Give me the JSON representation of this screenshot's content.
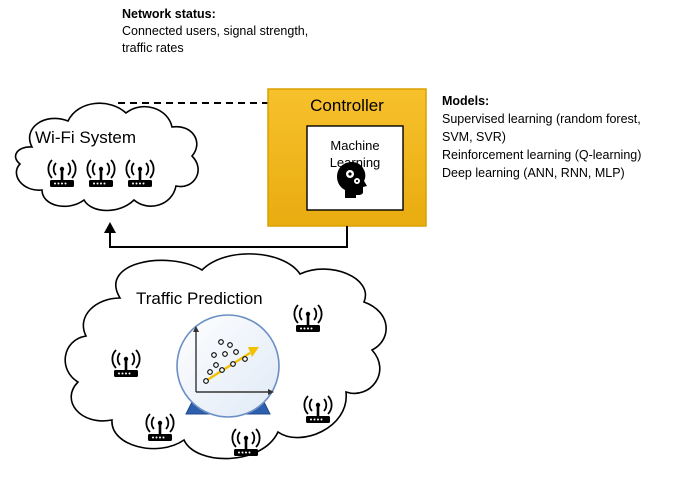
{
  "network_status": {
    "title": "Network status:",
    "lines": [
      "Connected users, signal strength,",
      "traffic rates"
    ]
  },
  "models": {
    "title": "Models:",
    "lines": [
      "Supervised learning (random forest,",
      "SVM, SVR)",
      "Reinforcement learning (Q-learning)",
      "Deep learning (ANN, RNN, MLP)"
    ]
  },
  "wifi_system": {
    "label": "Wi-Fi System",
    "router_count": 3
  },
  "controller": {
    "label": "Controller",
    "inner_label": [
      "Machine",
      "Learning"
    ],
    "icon": "head-gears-icon",
    "fill_color": "#f3b61f",
    "border_color": "#d59a00"
  },
  "traffic_prediction": {
    "label": "Traffic Prediction",
    "router_count": 5,
    "center_icon": "crystal-ball-scatter-icon"
  },
  "colors": {
    "outline": "#000000",
    "ball_fill": "#e8f0fa",
    "ball_base": "#2e5fae",
    "trend_arrow": "#f2c200"
  }
}
